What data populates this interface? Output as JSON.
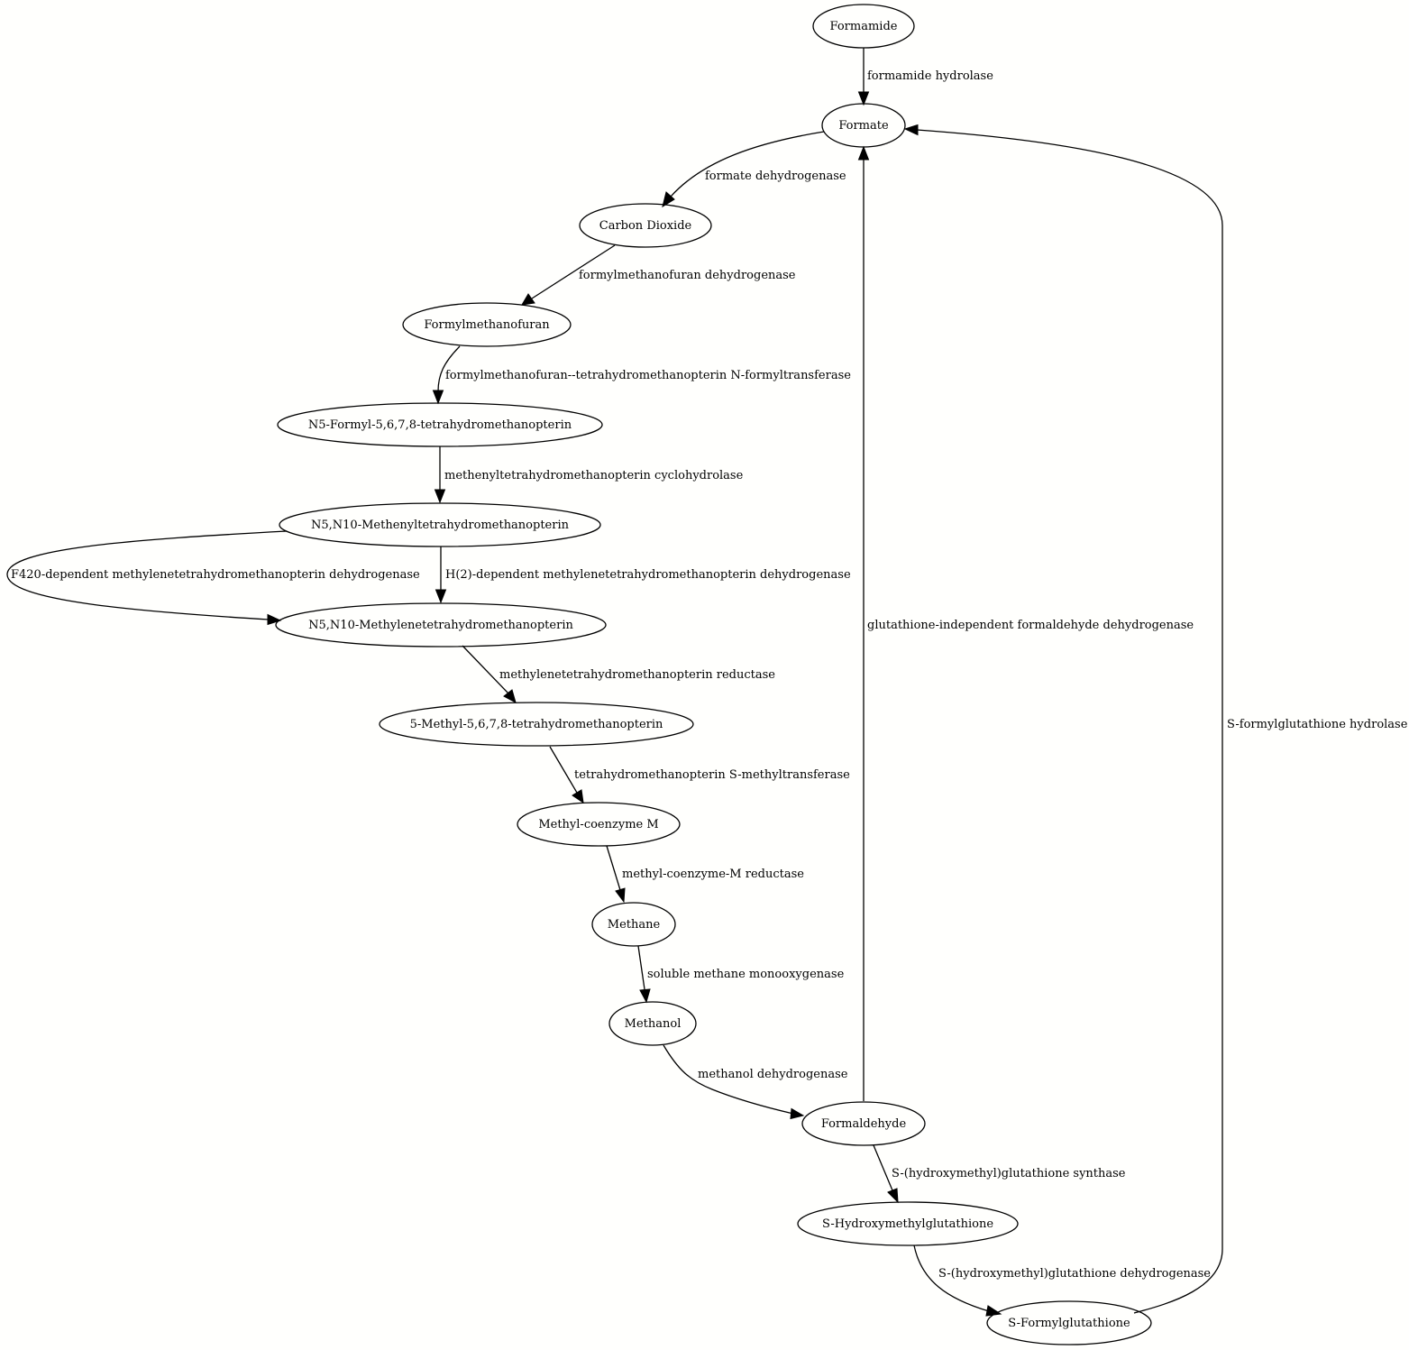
{
  "nodes": [
    {
      "id": "formamide",
      "label": "Formamide"
    },
    {
      "id": "formate",
      "label": "Formate"
    },
    {
      "id": "co2",
      "label": "Carbon Dioxide"
    },
    {
      "id": "formylmf",
      "label": "Formylmethanofuran"
    },
    {
      "id": "n5formyl",
      "label": "N5-Formyl-5,6,7,8-tetrahydromethanopterin"
    },
    {
      "id": "methenyl",
      "label": "N5,N10-Methenyltetrahydromethanopterin"
    },
    {
      "id": "methylene",
      "label": "N5,N10-Methylenetetrahydromethanopterin"
    },
    {
      "id": "methyl5",
      "label": "5-Methyl-5,6,7,8-tetrahydromethanopterin"
    },
    {
      "id": "methylcom",
      "label": "Methyl-coenzyme M"
    },
    {
      "id": "methane",
      "label": "Methane"
    },
    {
      "id": "methanol",
      "label": "Methanol"
    },
    {
      "id": "formaldehyde",
      "label": "Formaldehyde"
    },
    {
      "id": "shmg",
      "label": "S-Hydroxymethylglutathione"
    },
    {
      "id": "sfg",
      "label": "S-Formylglutathione"
    }
  ],
  "edges": [
    {
      "from": "formamide",
      "to": "formate",
      "label": "formamide hydrolase"
    },
    {
      "from": "formate",
      "to": "co2",
      "label": "formate dehydrogenase"
    },
    {
      "from": "co2",
      "to": "formylmf",
      "label": "formylmethanofuran dehydrogenase"
    },
    {
      "from": "formylmf",
      "to": "n5formyl",
      "label": "formylmethanofuran--tetrahydromethanopterin N-formyltransferase"
    },
    {
      "from": "n5formyl",
      "to": "methenyl",
      "label": "methenyltetrahydromethanopterin cyclohydrolase"
    },
    {
      "from": "methenyl",
      "to": "methylene",
      "label": "F420-dependent methylenetetrahydromethanopterin dehydrogenase"
    },
    {
      "from": "methenyl",
      "to": "methylene",
      "label": "H(2)-dependent methylenetetrahydromethanopterin dehydrogenase"
    },
    {
      "from": "methylene",
      "to": "methyl5",
      "label": "methylenetetrahydromethanopterin reductase"
    },
    {
      "from": "methyl5",
      "to": "methylcom",
      "label": "tetrahydromethanopterin S-methyltransferase"
    },
    {
      "from": "methylcom",
      "to": "methane",
      "label": "methyl-coenzyme-M reductase"
    },
    {
      "from": "methane",
      "to": "methanol",
      "label": "soluble methane monooxygenase"
    },
    {
      "from": "methanol",
      "to": "formaldehyde",
      "label": "methanol dehydrogenase"
    },
    {
      "from": "formaldehyde",
      "to": "formate",
      "label": "glutathione-independent formaldehyde dehydrogenase"
    },
    {
      "from": "formaldehyde",
      "to": "shmg",
      "label": "S-(hydroxymethyl)glutathione synthase"
    },
    {
      "from": "shmg",
      "to": "sfg",
      "label": "S-(hydroxymethyl)glutathione dehydrogenase"
    },
    {
      "from": "sfg",
      "to": "formate",
      "label": "S-formylglutathione hydrolase"
    }
  ]
}
